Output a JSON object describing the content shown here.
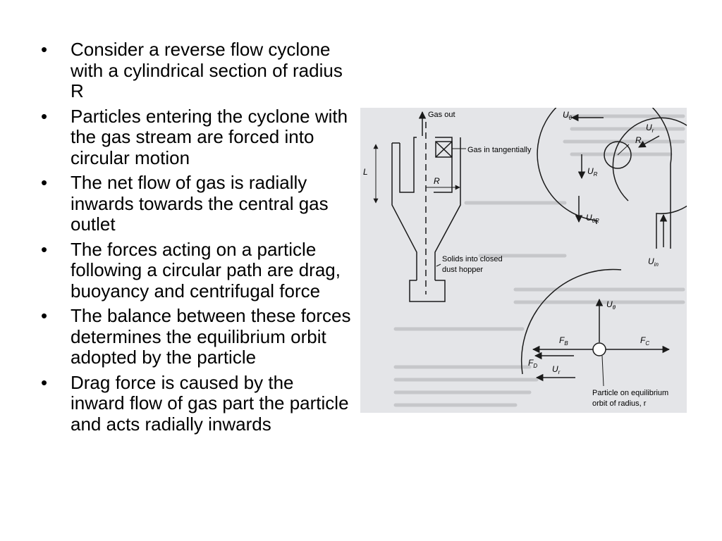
{
  "bullets": [
    "Consider a reverse flow cyclone with a cylindrical section of radius R",
    "Particles entering the cyclone with the gas stream are forced into circular motion",
    "The net flow of gas is radially inwards towards the central gas outlet",
    "The forces acting on a particle following a circular path are drag, buoyancy and centrifugal force",
    "The balance between these forces determines the equilibrium orbit adopted by the particle",
    "Drag force is caused by the inward flow of gas part the particle and acts radially inwards"
  ],
  "bullet_glyph": "•",
  "figure": {
    "gas_out": "Gas out",
    "gas_in": "Gas in tangentially",
    "label_L": "L",
    "label_R": "R",
    "solids_line1": "Solids into closed",
    "solids_line2": "dust hopper",
    "top_U_theta": "U",
    "top_U_theta_sub": "θ",
    "top_U_r": "U",
    "top_U_r_sub": "r",
    "top_R": "R",
    "top_U_R": "U",
    "top_U_R_sub": "R",
    "top_U_thetaR": "U",
    "top_U_thetaR_sub": "θR",
    "top_U_in": "U",
    "top_U_in_sub": "in",
    "bot_U_theta": "U",
    "bot_U_theta_sub": "θ",
    "F_B": "F",
    "F_B_sub": "B",
    "F_C": "F",
    "F_C_sub": "C",
    "F_D": "F",
    "F_D_sub": "D",
    "bot_U_r": "U",
    "bot_U_r_sub": "r",
    "orbit_line1": "Particle on equilibrium",
    "orbit_line2": "orbit of radius, r"
  },
  "colors": {
    "figure_bg": "#e4e5e8",
    "line": "#1a1a1a",
    "faded_text": "#b9babd"
  }
}
